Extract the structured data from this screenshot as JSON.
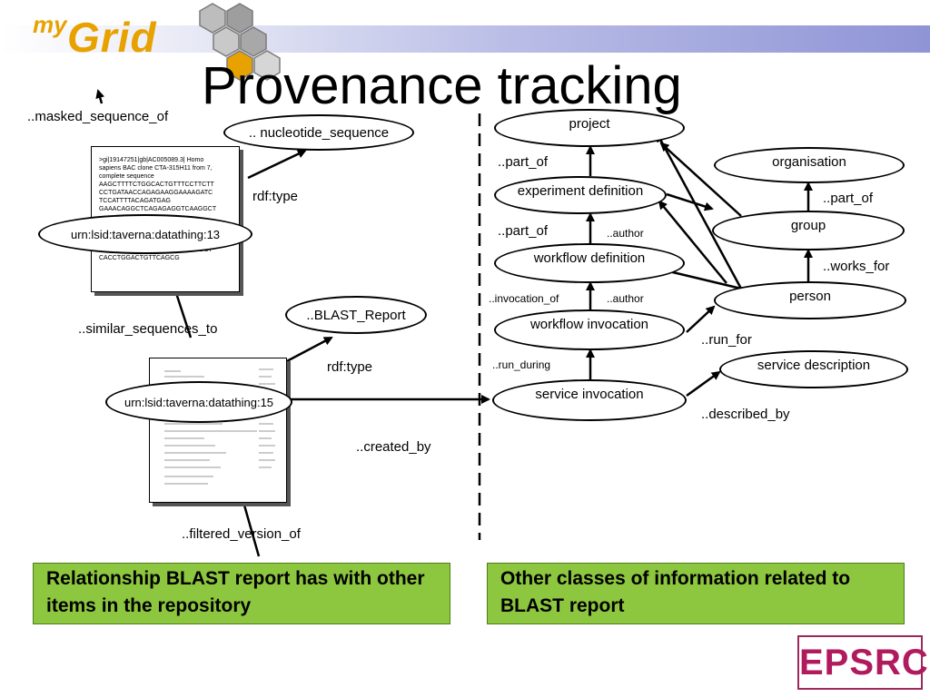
{
  "header": {
    "logo_my": "my",
    "logo_grid": "Grid",
    "title": "Provenance tracking"
  },
  "left": {
    "masked_sequence_of": "..masked_sequence_of",
    "nucleotide_sequence": ".. nucleotide_sequence",
    "rdf_type_1": "rdf:type",
    "datathing13": "urn:lsid:taverna:datathing:13",
    "similar_sequences_to": "..similar_sequences_to",
    "blast_report": "..BLAST_Report",
    "rdf_type_2": "rdf:type",
    "datathing15": "urn:lsid:taverna:datathing:15",
    "created_by": "..created_by",
    "filtered_version_of": "..filtered_version_of",
    "sequence_text": ">gi|19147251|gb|AC005089.3| Homo\nsapiens BAC clone CTA-315H11 from 7,\ncomplete sequence\nAAGCTTTTCTGGCACTGTTTCCTTCTT\nCCTGATAACCAGAGAAGGAAAAGATC\nTCCATTTTACAGATGAG\nGAAACAGGCTCAGAGAGGTCAAGGCT\n\n\n\n\nACCTGTAACCTGGCGTTAAATGGGCT\nCACCTGGACTGTTCAGCG"
  },
  "right": {
    "project": "project",
    "part_of_1": "..part_of",
    "experiment_definition": "experiment definition",
    "part_of_2": "..part_of",
    "author_1": "..author",
    "workflow_definition": "workflow definition",
    "invocation_of": "..invocation_of",
    "author_2": "..author",
    "workflow_invocation": "workflow invocation",
    "run_during": "..run_during",
    "service_invocation": "service invocation",
    "organisation": "organisation",
    "part_of_3": "..part_of",
    "group": "group",
    "works_for": "..works_for",
    "person": "person",
    "run_for": "..run_for",
    "service_description": "service description",
    "described_by": "..described_by"
  },
  "captions": {
    "left": "Relationship BLAST report has with other items in the repository",
    "right": "Other classes of information related to BLAST report"
  },
  "epsrc": "EPSRC",
  "colors": {
    "caption_green": "#8dc63f",
    "logo_orange": "#e8a200",
    "epsrc_magenta": "#b01b5e"
  }
}
